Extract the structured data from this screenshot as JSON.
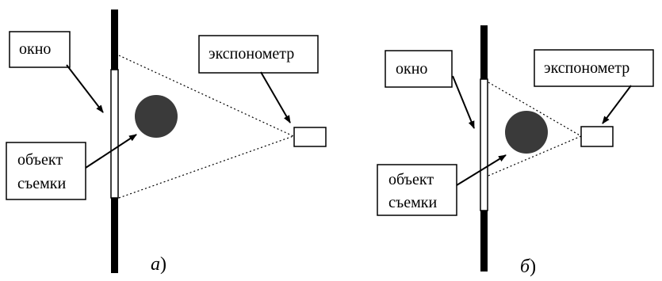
{
  "panels": [
    {
      "window_label": "окно",
      "meter_label": "экспонометр",
      "object_label_line1": "объект",
      "object_label_line2": "съемки",
      "caption_letter": "а",
      "caption_paren": ")"
    },
    {
      "window_label": "окно",
      "meter_label": "экспонометр",
      "object_label_line1": "объект",
      "object_label_line2": "съемки",
      "caption_letter": "б",
      "caption_paren": ")"
    }
  ],
  "colors": {
    "ink": "#000000",
    "object_fill": "#3a3a3a",
    "background": "#ffffff"
  }
}
